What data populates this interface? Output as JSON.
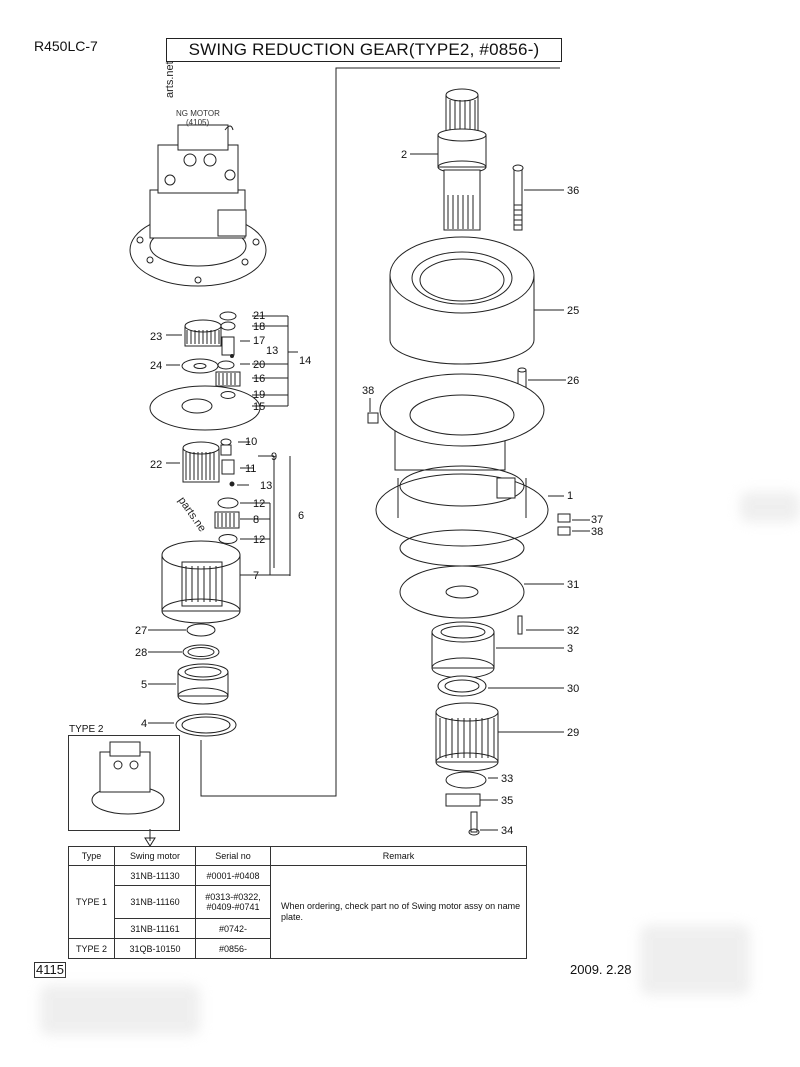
{
  "header": {
    "model": "R450LC-7",
    "title": "SWING REDUCTION GEAR(TYPE2, #0856-)"
  },
  "diagram": {
    "watermark_top": "arts.net",
    "watermark_mid": "parts.ne",
    "swing_motor_label_1": "NG MOTOR",
    "swing_motor_label_2": "(4105)",
    "callouts": {
      "c21": "21",
      "c18": "18",
      "c17": "17",
      "c13a": "13",
      "c14": "14",
      "c23": "23",
      "c24": "24",
      "c20": "20",
      "c16": "16",
      "c19": "19",
      "c15": "15",
      "c10": "10",
      "c9": "9",
      "c22": "22",
      "c11": "11",
      "c13b": "13",
      "c12a": "12",
      "c8": "8",
      "c6": "6",
      "c12b": "12",
      "c7": "7",
      "c27": "27",
      "c28": "28",
      "c5": "5",
      "c4": "4",
      "c2": "2",
      "c36": "36",
      "c25": "25",
      "c26": "26",
      "c38a": "38",
      "c1": "1",
      "c37": "37",
      "c38b": "38",
      "c31": "31",
      "c32": "32",
      "c3": "3",
      "c30": "30",
      "c29": "29",
      "c33": "33",
      "c35": "35",
      "c34": "34"
    },
    "type2_label": "TYPE 2"
  },
  "table": {
    "headers": [
      "Type",
      "Swing motor",
      "Serial no",
      "Remark"
    ],
    "type1": "TYPE 1",
    "type2": "TYPE 2",
    "rows": [
      {
        "motor": "31NB-11130",
        "serial": "#0001-#0408"
      },
      {
        "motor": "31NB-11160",
        "serial": "#0313-#0322,\n#0409-#0741"
      },
      {
        "motor": "31NB-11161",
        "serial": "#0742-"
      },
      {
        "motor": "31QB-10150",
        "serial": "#0856-"
      }
    ],
    "remark": "When ordering, check part no of Swing motor assy on name plate."
  },
  "footer": {
    "page": "4115",
    "date": "2009. 2.28"
  }
}
